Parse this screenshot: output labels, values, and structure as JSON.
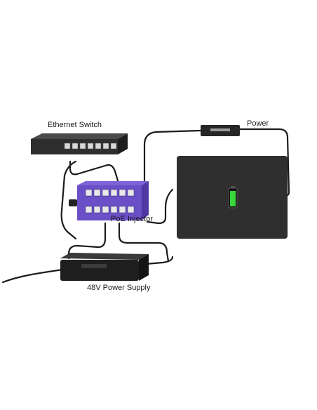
{
  "labels": {
    "ethernet_switch": "Ethernet Switch",
    "power": "Power",
    "poe_injector": "PoE Injector",
    "power_supply": "48V Power Supply"
  },
  "colors": {
    "cable": "#1c1c1c",
    "injector": "#6a4fc6",
    "battery": "#39d63a",
    "tablet": "#2f2f2f"
  }
}
